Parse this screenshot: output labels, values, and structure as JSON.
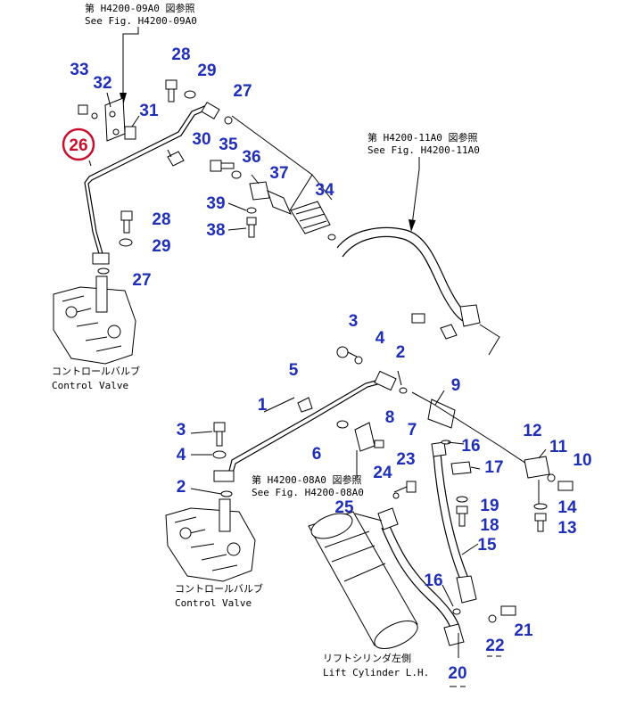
{
  "colors": {
    "callout": "#1f2fb8",
    "highlight": "#c8102e",
    "ink": "#000000"
  },
  "notes": {
    "ref_09a0_jp": "第 H4200-09A0 図参照",
    "ref_09a0_en": "See Fig. H4200-09A0",
    "ref_11a0_jp": "第 H4200-11A0 図参照",
    "ref_11a0_en": "See Fig. H4200-11A0",
    "ref_08a0_jp": "第 H4200-08A0 図参照",
    "ref_08a0_en": "See Fig. H4200-08A0",
    "cv_top_jp": "コントロールバルブ",
    "cv_top_en": "Control Valve",
    "cv_bot_jp": "コントロールバルブ",
    "cv_bot_en": "Control Valve",
    "lift_jp": "リフトシリンダ左側",
    "lift_en": "Lift Cylinder L.H."
  },
  "callouts": {
    "c26": "26",
    "c33": "33",
    "c32": "32",
    "c31": "31",
    "c28a": "28",
    "c29a": "29",
    "c27a": "27",
    "c30": "30",
    "c35": "35",
    "c36": "36",
    "c37": "37",
    "c34": "34",
    "c39": "39",
    "c38": "38",
    "c28b": "28",
    "c29b": "29",
    "c27b": "27",
    "c3a": "3",
    "c4a": "4",
    "c2a": "2",
    "c5": "5",
    "c9": "9",
    "c1": "1",
    "c8": "8",
    "c7": "7",
    "c6": "6",
    "c16a": "16",
    "c12": "12",
    "c11": "11",
    "c10": "10",
    "c3b": "3",
    "c4b": "4",
    "c24": "24",
    "c23": "23",
    "c17": "17",
    "c2b": "2",
    "c19": "19",
    "c18": "18",
    "c14": "14",
    "c13": "13",
    "c25": "25",
    "c15": "15",
    "c16b": "16",
    "c21": "21",
    "c22": "22",
    "c20": "20"
  }
}
